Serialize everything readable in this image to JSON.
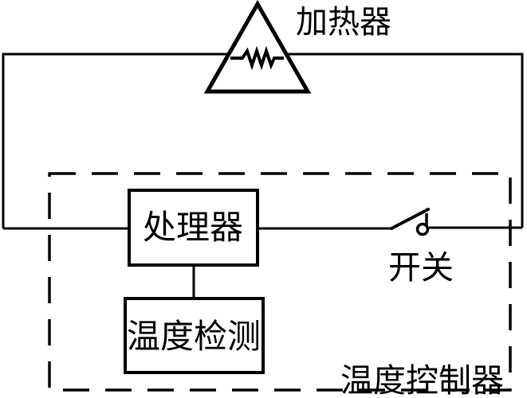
{
  "diagram": {
    "title": "temperature-controller-circuit-diagram",
    "labels": {
      "heater": "加热器",
      "processor": "处理器",
      "temperature_detection": "温度检测",
      "switch": "开关",
      "temperature_controller": "温度控制器"
    },
    "components": {
      "heater_symbol": "triangle-with-resistor-zigzag",
      "switch_symbol": "open-lever-with-contact-circle",
      "controller_boundary": "dashed-rectangle"
    },
    "colors": {
      "line": "#000000",
      "background": "#ffffff"
    }
  }
}
